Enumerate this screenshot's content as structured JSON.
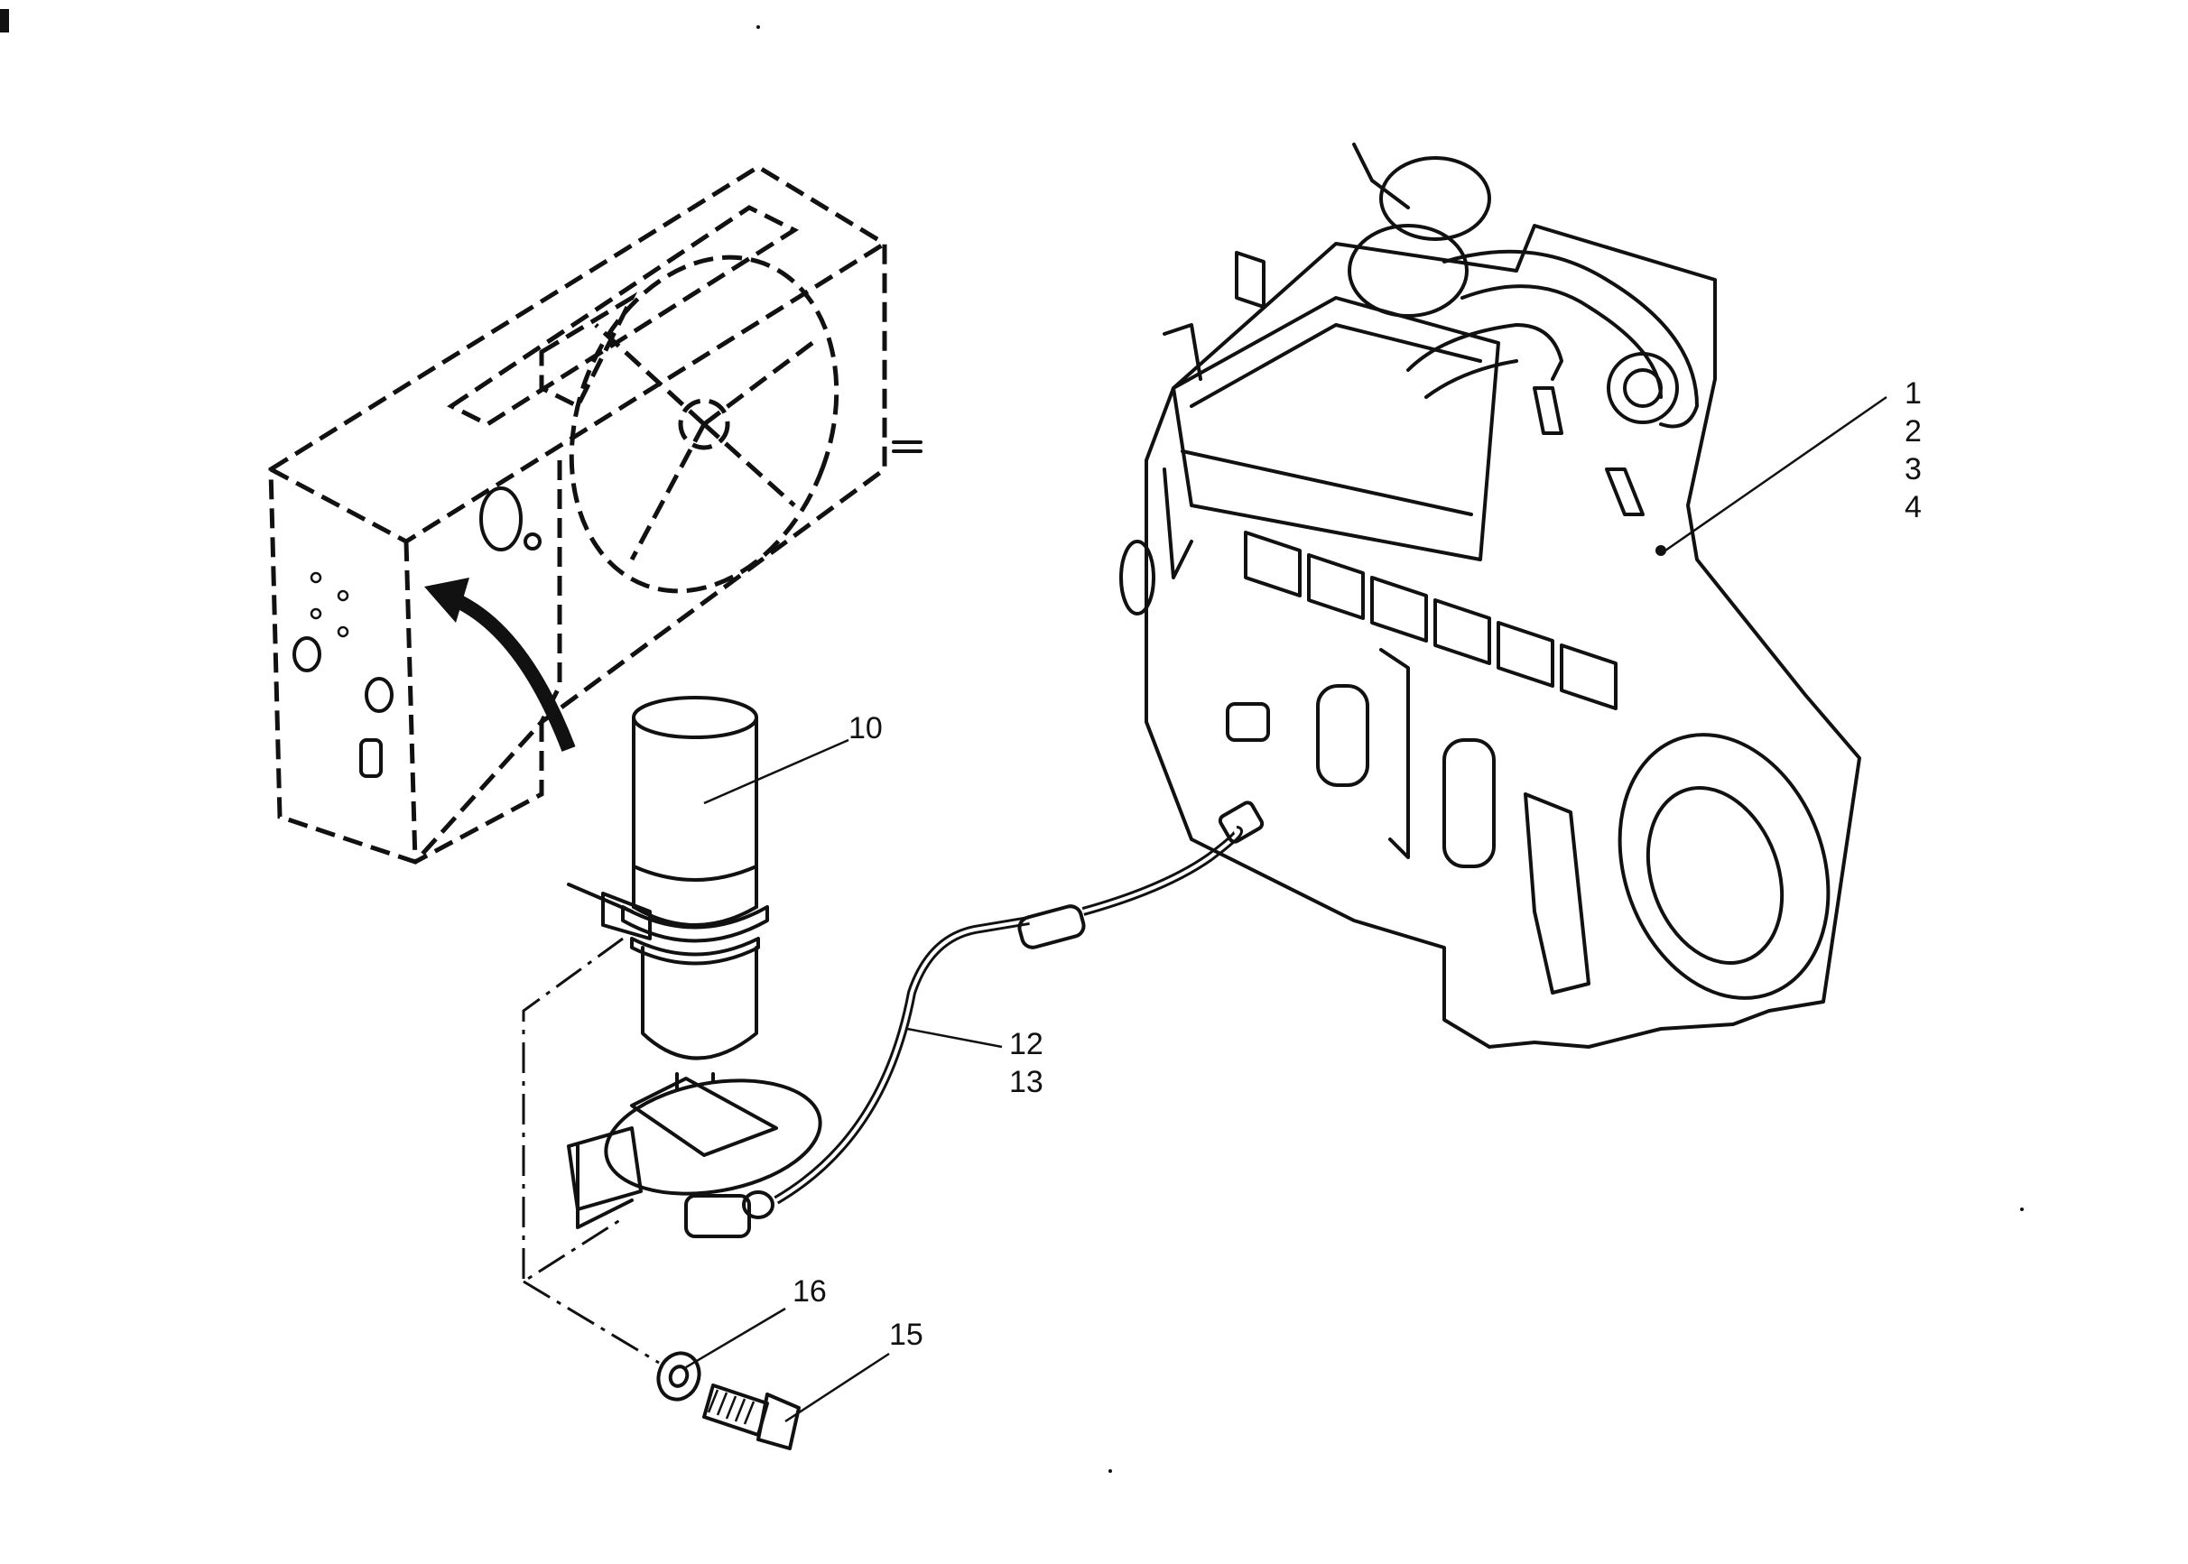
{
  "callouts": {
    "engine_1": "1",
    "engine_2": "2",
    "engine_3": "3",
    "engine_4": "4",
    "filter_10": "10",
    "hose_12": "12",
    "hose_13": "13",
    "bolt_15": "15",
    "washer_16": "16"
  },
  "icons": [
    "engine-drawing",
    "radiator-drawing",
    "fuel-filter-drawing",
    "hose-drawing",
    "washer-drawing",
    "bolt-drawing",
    "arrow-icon"
  ]
}
